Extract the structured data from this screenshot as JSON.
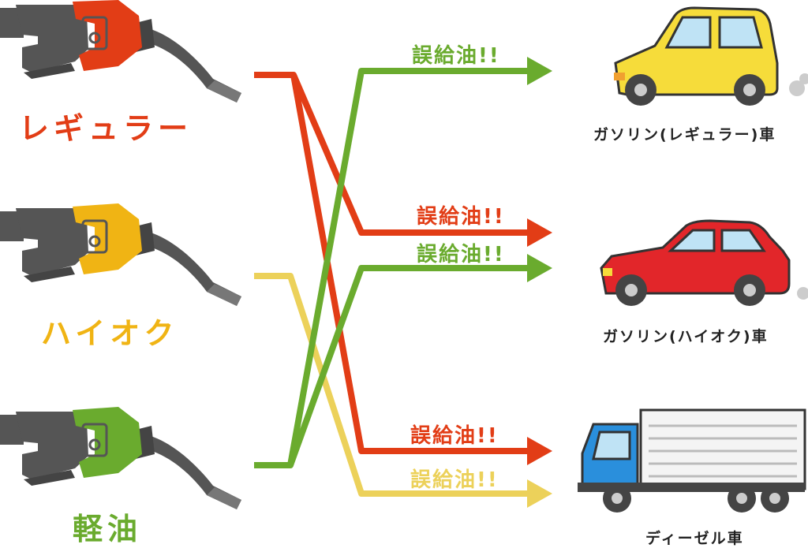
{
  "colors": {
    "regular": "#e23d16",
    "highoctane": "#f0b414",
    "highoctane_line": "#ecd15a",
    "diesel": "#6aab2e",
    "nozzle_gray": "#555555",
    "car_yellow": "#f6dc3a",
    "car_red": "#e2262a",
    "truck_blue": "#2a8fdc"
  },
  "fuels": [
    {
      "label": "レギュラー",
      "color": "#e23d16"
    },
    {
      "label": "ハイオク",
      "color": "#f0b414"
    },
    {
      "label": "軽油",
      "color": "#6aab2e"
    }
  ],
  "misfuel_labels": [
    {
      "text": "誤給油!!",
      "color": "#6aab2e",
      "target": "gasoline-regular-car"
    },
    {
      "text": "誤給油!!",
      "color": "#e23d16",
      "target": "gasoline-highoctane-car"
    },
    {
      "text": "誤給油!!",
      "color": "#6aab2e",
      "target": "gasoline-highoctane-car"
    },
    {
      "text": "誤給油!!",
      "color": "#e23d16",
      "target": "diesel-truck"
    },
    {
      "text": "誤給油!!",
      "color": "#ecd15a",
      "target": "diesel-truck"
    }
  ],
  "vehicles": [
    {
      "label": "ガソリン(レギュラー)車",
      "icon": "yellow-car-icon"
    },
    {
      "label": "ガソリン(ハイオク)車",
      "icon": "red-car-icon"
    },
    {
      "label": "ディーゼル車",
      "icon": "truck-icon"
    }
  ]
}
